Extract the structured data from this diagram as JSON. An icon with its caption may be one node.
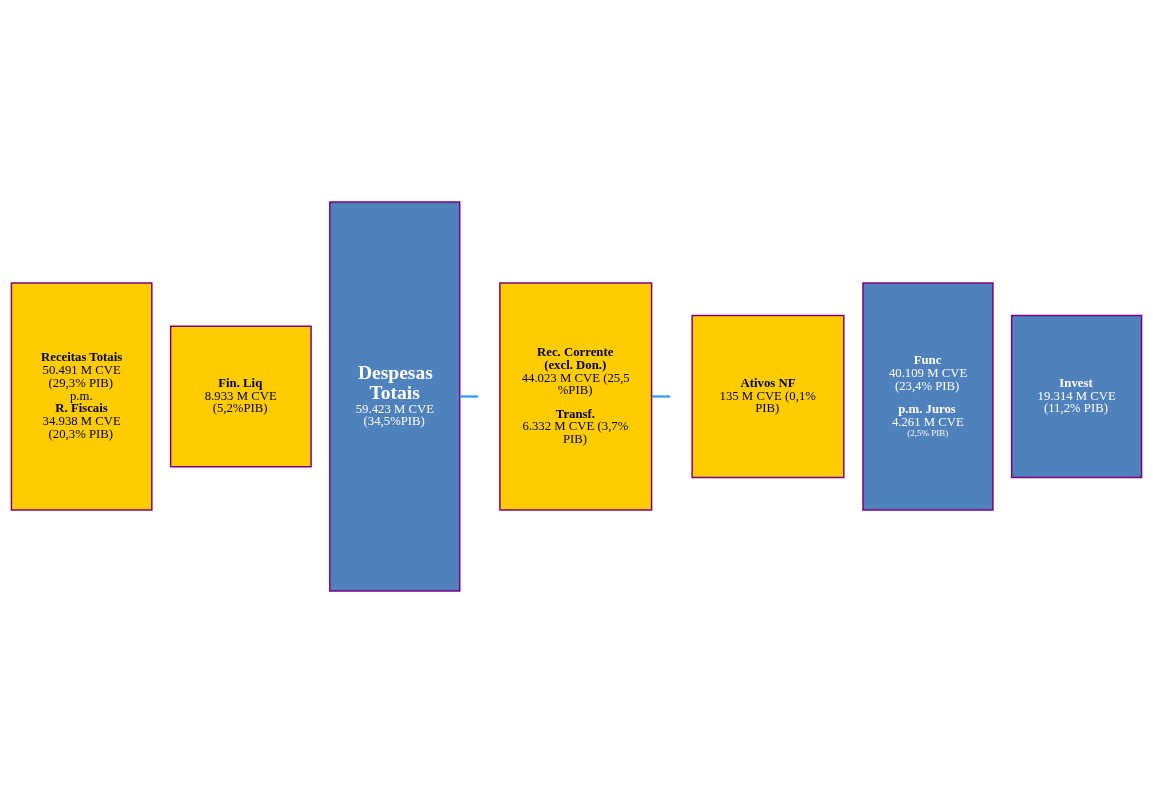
{
  "diagram": {
    "nodes": [
      {
        "text": [
          "Receitas Totais",
          "50.491 M CVE (29,3% PIB)",
          "p.m. **R. Fiscais** 34.938 M CVE (20,3% PIB)"
        ]
      },
      {
        "text": [
          "Fin. Liq",
          "8.933 M CVE (5,2%PIB)"
        ]
      },
      {
        "text": [
          "Despesas Totais",
          "59.423 M CVE (34,5%PIB)"
        ]
      },
      {
        "text": [
          "Rec. Corrente (excl. Don.)",
          "44.023 M CVE (25,5 %PIB)",
          "Transf.",
          "6.332 M CVE (3,7% PIB)"
        ]
      },
      {
        "text": [
          "Ativos NF",
          "135 M CVE (0,1% PIB)"
        ]
      },
      {
        "text": [
          "Func",
          "40.109 M CVE (23,4% PIB)",
          "p.m. Juros",
          "4.261 M CVE",
          "(2,5% PIB)"
        ]
      },
      {
        "text": [
          "Invest",
          "19.314 M CVE (11,2% PIB)"
        ]
      }
    ],
    "edges": [
      {
        "from": null,
        "to": 3,
        "arrow": "none",
        "color": "#3399ff"
      },
      {
        "from": 2,
        "to": null,
        "arrow": "none",
        "color": "#3399ff"
      }
    ]
  }
}
